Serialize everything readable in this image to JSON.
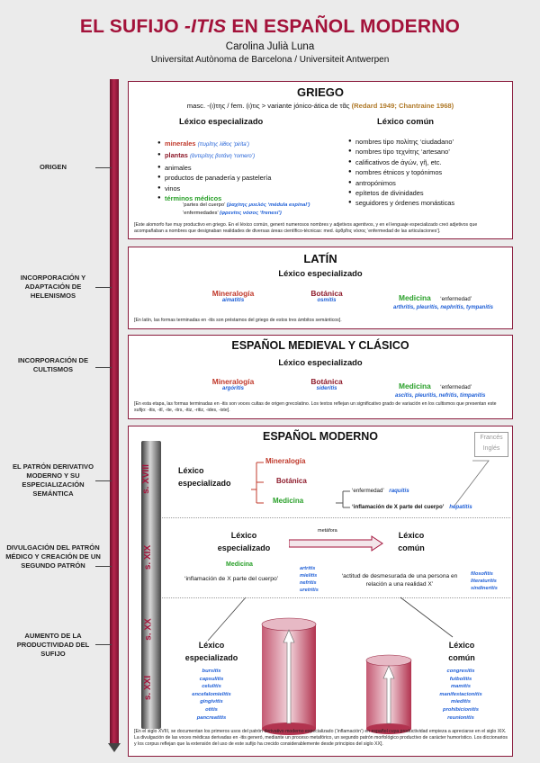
{
  "header": {
    "title": "EL SUFIJO -ITIS EN ESPAÑOL MODERNO",
    "title_pre": "EL SUFIJO ",
    "title_it": "-ITIS",
    "title_post": " EN ESPAÑOL MODERNO",
    "author": "Carolina Julià Luna",
    "affiliation": "Universitat Autònoma de Barcelona / Universiteit Antwerpen"
  },
  "left_labels": [
    "ORIGEN",
    "INCORPORACIÓN Y ADAPTACIÓN DE HELENISMOS",
    "INCORPORACIÓN DE CULTISMOS",
    "EL PATRÓN DERIVATIVO MODERNO Y SU ESPECIALIZACIÓN SEMÁNTICA",
    "DIVULGACIÓN DEL PATRÓN MÉDICO Y CREACIÓN DE UN SEGUNDO PATRÓN",
    "AUMENTO DE LA PRODUCTIVIDAD DEL SUFIJO"
  ],
  "griego": {
    "heading": "GRIEGO",
    "subtitle": "masc. -(ι)της / fem. (ι)τις > variante jónico-ática de τᾶς",
    "ref": "(Redard 1949; Chantraine 1968)",
    "col1_title": "Léxico especializado",
    "col2_title": "Léxico común",
    "special": [
      {
        "label": "minerales",
        "gloss": "(πυρίτης λίθος ‘pirita’)"
      },
      {
        "label": "plantas",
        "gloss": "(ἀντερίτης βοτάνη ‘romero’)"
      },
      {
        "label": "animales",
        "gloss": ""
      },
      {
        "label": "productos de panadería y pastelería",
        "gloss": ""
      },
      {
        "label": "vinos",
        "gloss": ""
      },
      {
        "label": "términos médicos",
        "gloss": ""
      }
    ],
    "medical_sub": [
      {
        "label": "‘partes del cuerpo’",
        "gloss": "(ῥαχίτης μυελός ‘médula espinal’)"
      },
      {
        "label": "‘enfermedades’",
        "gloss": "(φρενίτις νόσος ‘frenesí’)"
      }
    ],
    "common": [
      "nombres tipo πολίτης ‘ciudadano’",
      "nombres tipo τεχνίτης ‘artesano’",
      "calificativos de ἀγών, γῆ, etc.",
      "nombres étnicos y topónimos",
      "antropónimos",
      "epítetos de divinidades",
      "seguidores y órdenes monásticas"
    ],
    "note": "[Este alomorfo fue muy productivo en griego. En el léxico común, generó numerosos nombres y adjetivos agentivos, y en el lenguaje especializado creó adjetivos que acompañaban a nombres que designaban realidades de diversas áreas científico-técnicas: med. ἀρθρῖτις νόσος ‘enfermedad de las articulaciones’]."
  },
  "latin": {
    "heading": "LATÍN",
    "subtitle": "Léxico especializado",
    "fields": [
      {
        "label": "Mineralogía",
        "examples": "aimatitis"
      },
      {
        "label": "Botánica",
        "examples": "osmitis"
      },
      {
        "label": "Medicina",
        "gloss": "‘enfermedad’",
        "examples": "arthritis, pleuritis, nephritis, tympanitis"
      }
    ],
    "note": "[En latín, las formas terminadas en -itis son préstamos del griego de estos tres ámbitos semánticos]."
  },
  "medieval": {
    "heading": "ESPAÑOL MEDIEVAL Y CLÁSICO",
    "subtitle": "Léxico especializado",
    "fields": [
      {
        "label": "Mineralogía",
        "examples": "argóritis"
      },
      {
        "label": "Botánica",
        "examples": "sideritis"
      },
      {
        "label": "Medicina",
        "gloss": "‘enfermedad’",
        "examples": "ascitis, pleuritis, nefritis, timpanitis"
      }
    ],
    "note": "[En esta etapa, las formas terminadas en -itis son voces cultas de origen grecolatino. Los textos reflejan un significativo grado de variación en los cultismos que presentan este sufijo: -itis, -itī, -ite, -itrs, -itiz, -ritiz, -ides, -iste]."
  },
  "moderno": {
    "heading": "ESPAÑOL MODERNO",
    "centuries": [
      "s. XVIII",
      "s. XIX",
      "s. XX",
      "s. XXI"
    ],
    "fr_label": "Francés",
    "en_label": "Inglés",
    "s18": {
      "lex": "Léxico especializado",
      "fields": [
        "Mineralogía",
        "Botánica",
        "Medicina"
      ],
      "enf": "‘enfermedad’",
      "enf_ex": "raquitis",
      "infl": "‘inflamación de X parte del cuerpo’",
      "infl_ex": "hepatitis"
    },
    "s19": {
      "lex_left": "Léxico especializado",
      "metafora": "metáfora",
      "lex_right": "Léxico común",
      "medicina": "Medicina",
      "infl": "‘inflamación de X parte del cuerpo’",
      "infl_ex": [
        "artritis",
        "mielitis",
        "nefritis",
        "uretritis"
      ],
      "actitud": "‘actitud de desmesurada de una persona en relación a una realidad X’",
      "actitud_ex": [
        "filosofitis",
        "literaturitis",
        "sindineritis"
      ]
    },
    "s20": {
      "lex_left": "Léxico especializado",
      "lex_right": "Léxico común",
      "left_ex": [
        "bursitis",
        "capsulitis",
        "celulitis",
        "encefalomielitis",
        "gingivitis",
        "otitis",
        "pancreatitis"
      ],
      "right_ex": [
        "congresitis",
        "futbolitis",
        "mamitis",
        "manifestacionitis",
        "mieditis",
        "prohibicionitis",
        "reunionitis"
      ]
    },
    "note": "[En el siglo XVIII, se documentan los primeros usos del patrón derivativo moderno especializado (‘inflamación’) en español cuya productividad empieza a apreciarse en el siglo XIX. La divulgación de las voces médicas derivadas en -itis generó, mediante un proceso metafórico, un segundo patrón morfológico productivo de carácter humorístico. Los diccionarios y los corpus reflejan que la extensión del uso de este sufijo ha crecido considerablemente desde principios del siglo XX]."
  },
  "colors": {
    "accent": "#a3123a",
    "blue": "#1f5fd6",
    "green": "#2aa02a",
    "orange": "#c0392b"
  }
}
